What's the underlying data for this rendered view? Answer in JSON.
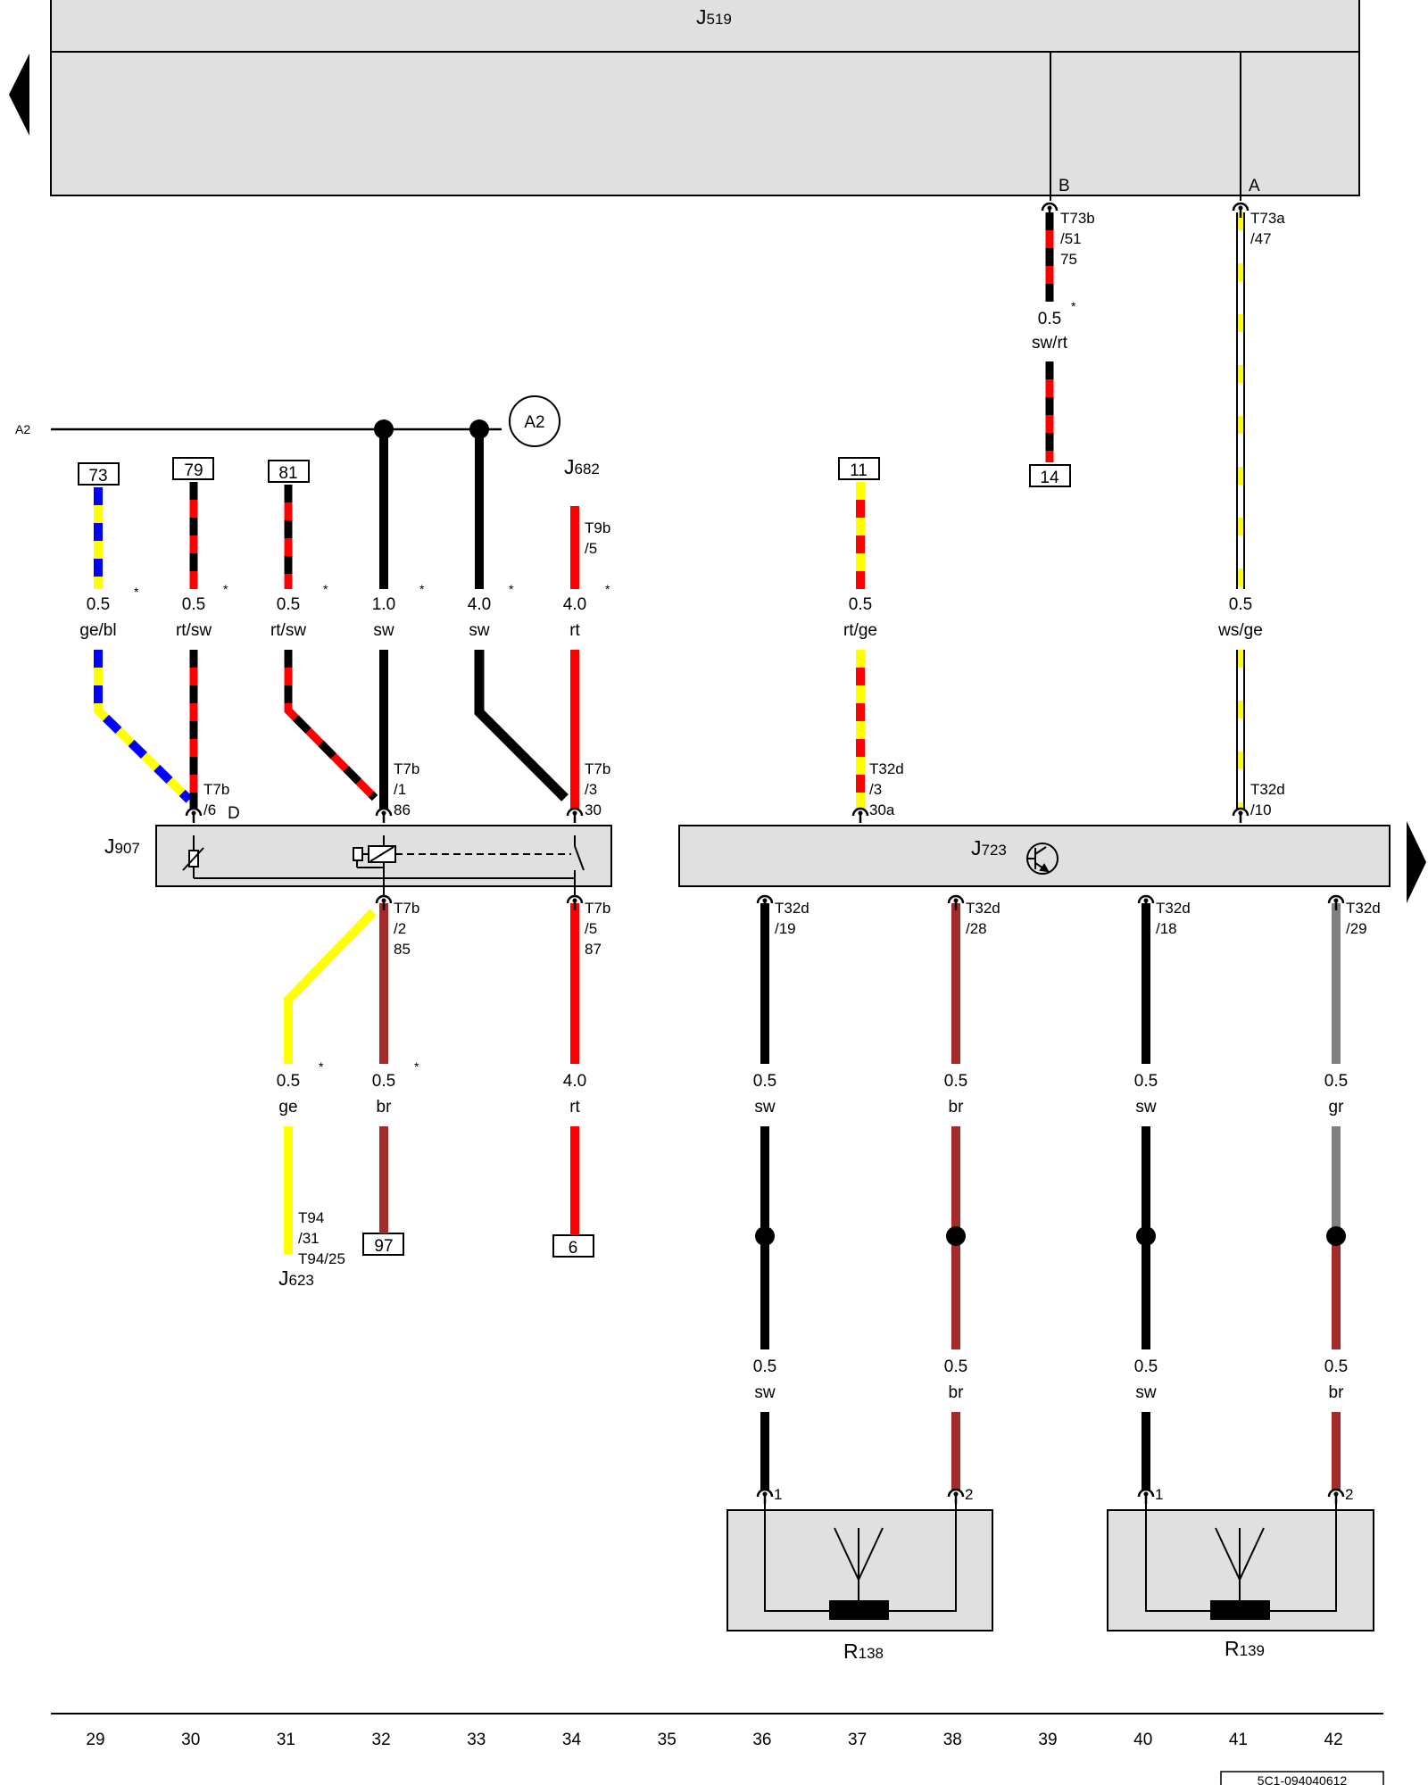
{
  "components": {
    "j519": {
      "letter": "J",
      "num": "519"
    },
    "j907": {
      "letter": "J",
      "num": "907"
    },
    "j723": {
      "letter": "J",
      "num": "723"
    },
    "j682": {
      "letter": "J",
      "num": "682"
    },
    "j623": {
      "letter": "J",
      "num": "623"
    },
    "r138": {
      "letter": "R",
      "num": "138"
    },
    "r139": {
      "letter": "R",
      "num": "139"
    }
  },
  "bus": {
    "label": "A2",
    "circle": "A2"
  },
  "pins": {
    "j519_b": "B",
    "j519_a": "A",
    "d": "D",
    "r138_1": "1",
    "r138_2": "2",
    "r139_1": "1",
    "r139_2": "2"
  },
  "connectors": {
    "t73b": [
      "T73b",
      "/51",
      "75"
    ],
    "t73a": [
      "T73a",
      "/47"
    ],
    "t9b": [
      "T9b",
      "/5"
    ],
    "t7b_6": [
      "T7b",
      "/6"
    ],
    "t7b_1": [
      "T7b",
      "/1",
      "86"
    ],
    "t7b_3": [
      "T7b",
      "/3",
      "30"
    ],
    "t7b_2": [
      "T7b",
      "/2",
      "85"
    ],
    "t7b_5": [
      "T7b",
      "/5",
      "87"
    ],
    "t32d_3": [
      "T32d",
      "/3",
      "30a"
    ],
    "t32d_10": [
      "T32d",
      "/10"
    ],
    "t32d_19": [
      "T32d",
      "/19"
    ],
    "t32d_28": [
      "T32d",
      "/28"
    ],
    "t32d_18": [
      "T32d",
      "/18"
    ],
    "t32d_29": [
      "T32d",
      "/29"
    ],
    "t94": [
      "T94",
      "/31",
      "T94/25"
    ]
  },
  "refs": {
    "r73": "73",
    "r79": "79",
    "r81": "81",
    "r11": "11",
    "r14": "14",
    "r97": "97",
    "r6": "6"
  },
  "wires": {
    "w30": {
      "size": "0.5",
      "color": "ge/bl",
      "mark": "*"
    },
    "w31": {
      "size": "0.5",
      "color": "rt/sw",
      "mark": "*"
    },
    "w32a": {
      "size": "0.5",
      "color": "rt/sw",
      "mark": "*"
    },
    "w33a": {
      "size": "1.0",
      "color": "sw",
      "mark": "*"
    },
    "w34a": {
      "size": "4.0",
      "color": "sw",
      "mark": "*"
    },
    "w35a": {
      "size": "4.0",
      "color": "rt",
      "mark": "*"
    },
    "w37": {
      "size": "0.5",
      "color": "rt/ge"
    },
    "w41": {
      "size": "0.5",
      "color": "ws/ge"
    },
    "w39": {
      "size": "0.5",
      "color": "sw/rt",
      "mark": "*"
    },
    "w_ge": {
      "size": "0.5",
      "color": "ge",
      "mark": "*"
    },
    "w_br": {
      "size": "0.5",
      "color": "br",
      "mark": "*"
    },
    "w_rt": {
      "size": "4.0",
      "color": "rt"
    },
    "w_c36a": {
      "size": "0.5",
      "color": "sw"
    },
    "w_c38a": {
      "size": "0.5",
      "color": "br"
    },
    "w_c40a": {
      "size": "0.5",
      "color": "sw"
    },
    "w_c42a": {
      "size": "0.5",
      "color": "gr"
    },
    "w_c36b": {
      "size": "0.5",
      "color": "sw"
    },
    "w_c38b": {
      "size": "0.5",
      "color": "br"
    },
    "w_c40b": {
      "size": "0.5",
      "color": "sw"
    },
    "w_c42b": {
      "size": "0.5",
      "color": "br"
    }
  },
  "wire_colors": {
    "black": "#000000",
    "red": "#ff0000",
    "yellow": "#ffff00",
    "blue": "#0000ff",
    "brown": "#a52a2a",
    "grey": "#808080",
    "white": "#ffffff"
  },
  "grid_numbers": [
    "29",
    "30",
    "31",
    "32",
    "33",
    "34",
    "35",
    "36",
    "37",
    "38",
    "39",
    "40",
    "41",
    "42"
  ],
  "footer_code": "5C1-094040612"
}
